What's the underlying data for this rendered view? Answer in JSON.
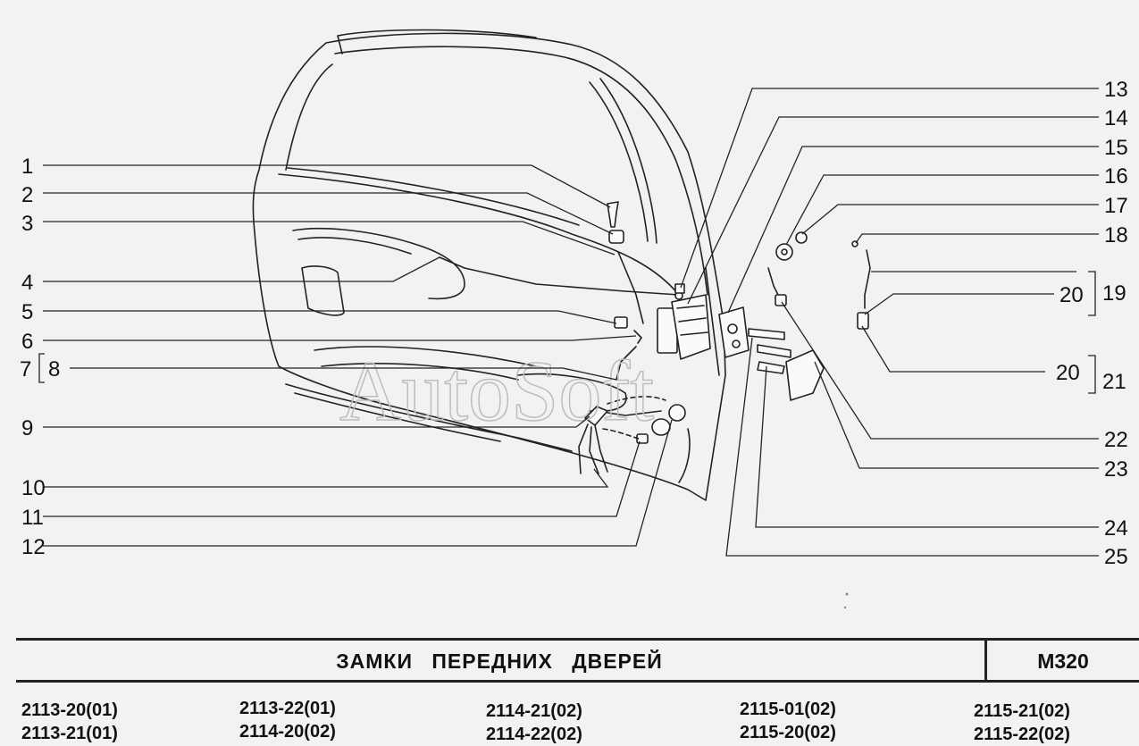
{
  "diagram": {
    "watermark": "AutoSoft",
    "callouts": [
      "1",
      "2",
      "3",
      "4",
      "5",
      "6",
      "7",
      "8",
      "9",
      "10",
      "11",
      "12",
      "13",
      "14",
      "15",
      "16",
      "17",
      "18",
      "19",
      "20",
      "20",
      "21",
      "22",
      "23",
      "24",
      "25"
    ]
  },
  "footer": {
    "title": "ЗАМКИ   ПЕРЕДНИХ   ДВЕРЕЙ",
    "sheet_code": "М320",
    "models": [
      [
        "2113-20(01)",
        "2113-21(01)"
      ],
      [
        "2113-22(01)",
        "2114-20(02)"
      ],
      [
        "2114-21(02)",
        "2114-22(02)"
      ],
      [
        "2115-01(02)",
        "2115-20(02)"
      ],
      [
        "2115-21(02)",
        "2115-22(02)"
      ]
    ]
  }
}
